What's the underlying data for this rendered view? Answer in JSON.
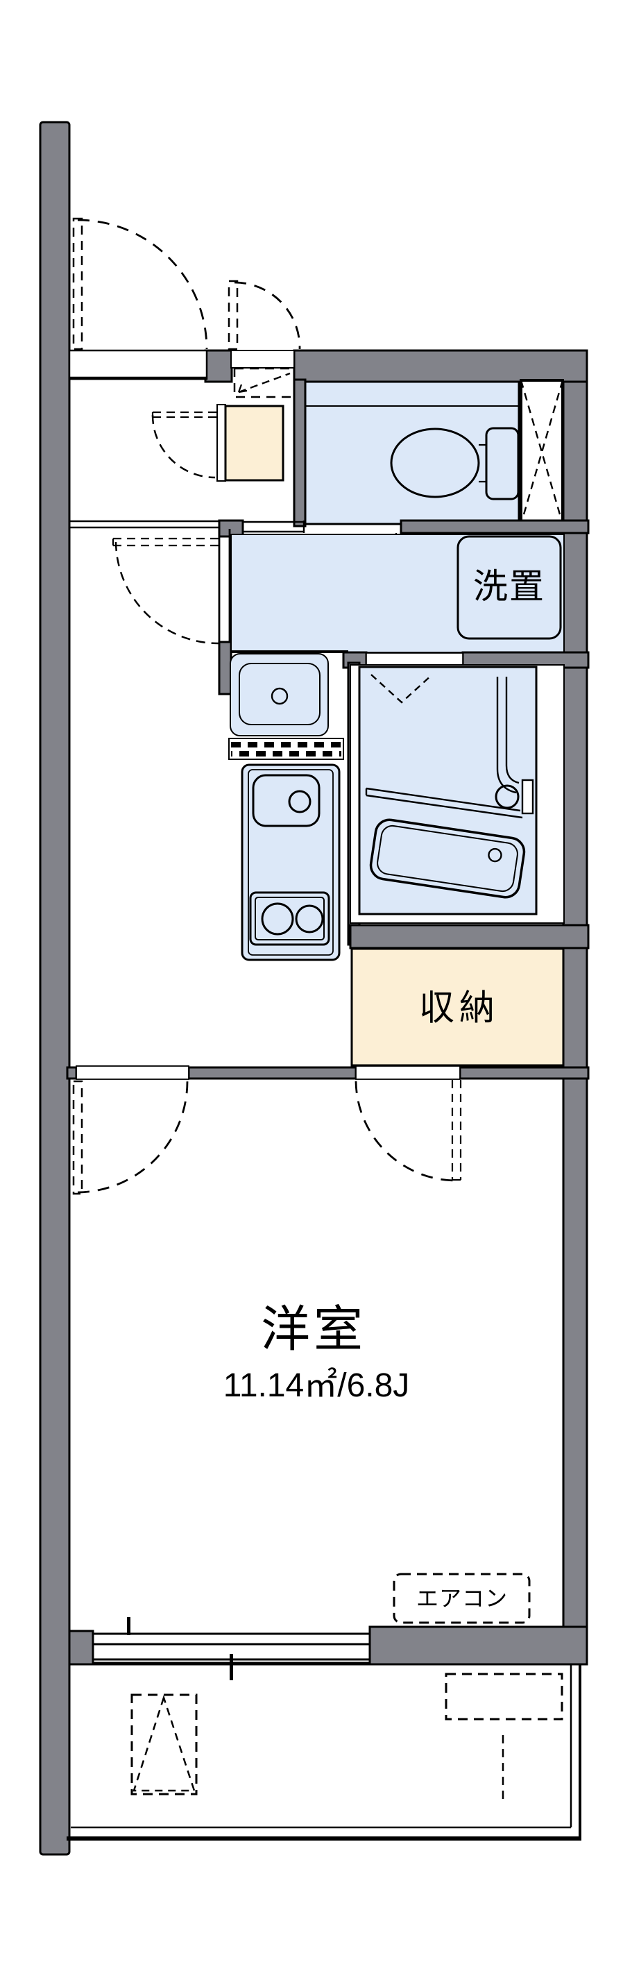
{
  "rooms": {
    "main": {
      "label": "洋室",
      "area": "11.14㎡/6.8J"
    },
    "laundry": {
      "label": "洗置"
    },
    "storage": {
      "label": "収納"
    },
    "aircon": {
      "label": "エアコン"
    }
  },
  "colors": {
    "wall": "#82838a",
    "floor_blue": "#dce8f8",
    "floor_beige": "#fcefd5",
    "line": "#000000",
    "bg": "#ffffff"
  }
}
